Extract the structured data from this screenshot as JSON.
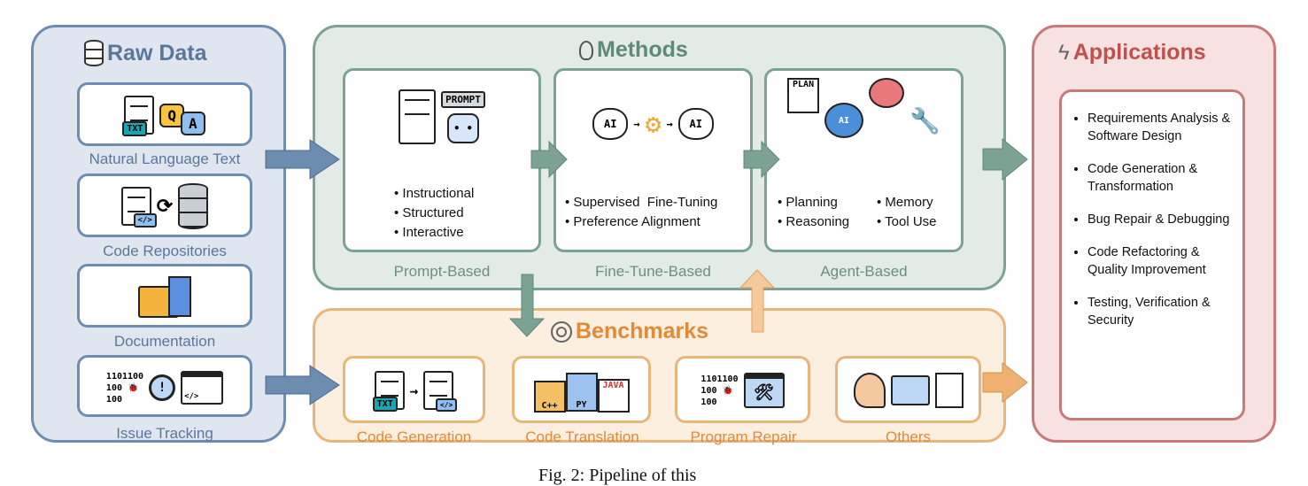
{
  "colors": {
    "raw": "#6e8db0",
    "methods": "#7ba293",
    "benchmarks": "#e8b57a",
    "applications": "#c8797a"
  },
  "raw_data": {
    "title": "Raw Data",
    "icon": "database-icon",
    "items": [
      {
        "label": "Natural Language Text",
        "icons": [
          "TXT",
          "Q",
          "A"
        ]
      },
      {
        "label": "Code Repositories",
        "icons": [
          "</>"
        ]
      },
      {
        "label": "Documentation"
      },
      {
        "label": "Issue Tracking",
        "icons": [
          "1101100",
          "100",
          "100",
          "</>"
        ]
      }
    ]
  },
  "methods": {
    "title": "Methods",
    "icon": "lightbulb-icon",
    "cards": [
      {
        "label": "Prompt-Based",
        "icon_text": "PROMPT",
        "bullets": [
          "Instructional",
          "Structured",
          "Interactive"
        ]
      },
      {
        "label": "Fine-Tune-Based",
        "icon_text": "AI",
        "bullets": [
          "Supervised  Fine-Tuning",
          "Preference Alignment"
        ]
      },
      {
        "label": "Agent-Based",
        "icon_text": "PLAN",
        "bullets": [
          "Planning",
          "Memory",
          "Reasoning",
          "Tool Use"
        ]
      }
    ]
  },
  "benchmarks": {
    "title": "Benchmarks",
    "icon": "target-icon",
    "cards": [
      {
        "label": "Code Generation",
        "icons": [
          "TXT",
          "</>"
        ]
      },
      {
        "label": "Code Translation",
        "icons": [
          "C++",
          "PY",
          "JAVA"
        ]
      },
      {
        "label": "Program Repair",
        "icons": [
          "1101100",
          "100",
          "100"
        ]
      },
      {
        "label": "Others"
      }
    ]
  },
  "applications": {
    "title": "Applications",
    "icon": "lightning-icon",
    "items": [
      "Requirements Analysis & Software Design",
      "Code Generation & Transformation",
      "Bug Repair & Debugging",
      "Code Refactoring & Quality Improvement",
      "Testing, Verification & Security"
    ]
  },
  "caption": "Fig. 2: Pipeline of this"
}
